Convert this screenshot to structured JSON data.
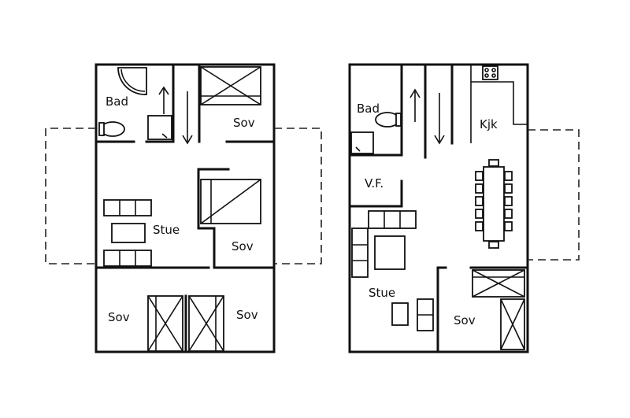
{
  "floor_1": {
    "rooms": {
      "bad": "Bad",
      "sov_top": "Sov",
      "stue": "Stue",
      "sov_mid": "Sov",
      "sov_bl": "Sov",
      "sov_br": "Sov"
    }
  },
  "floor_2": {
    "rooms": {
      "bad": "Bad",
      "kjk": "Kjk",
      "vf": "V.F.",
      "stue": "Stue",
      "sov": "Sov"
    }
  }
}
